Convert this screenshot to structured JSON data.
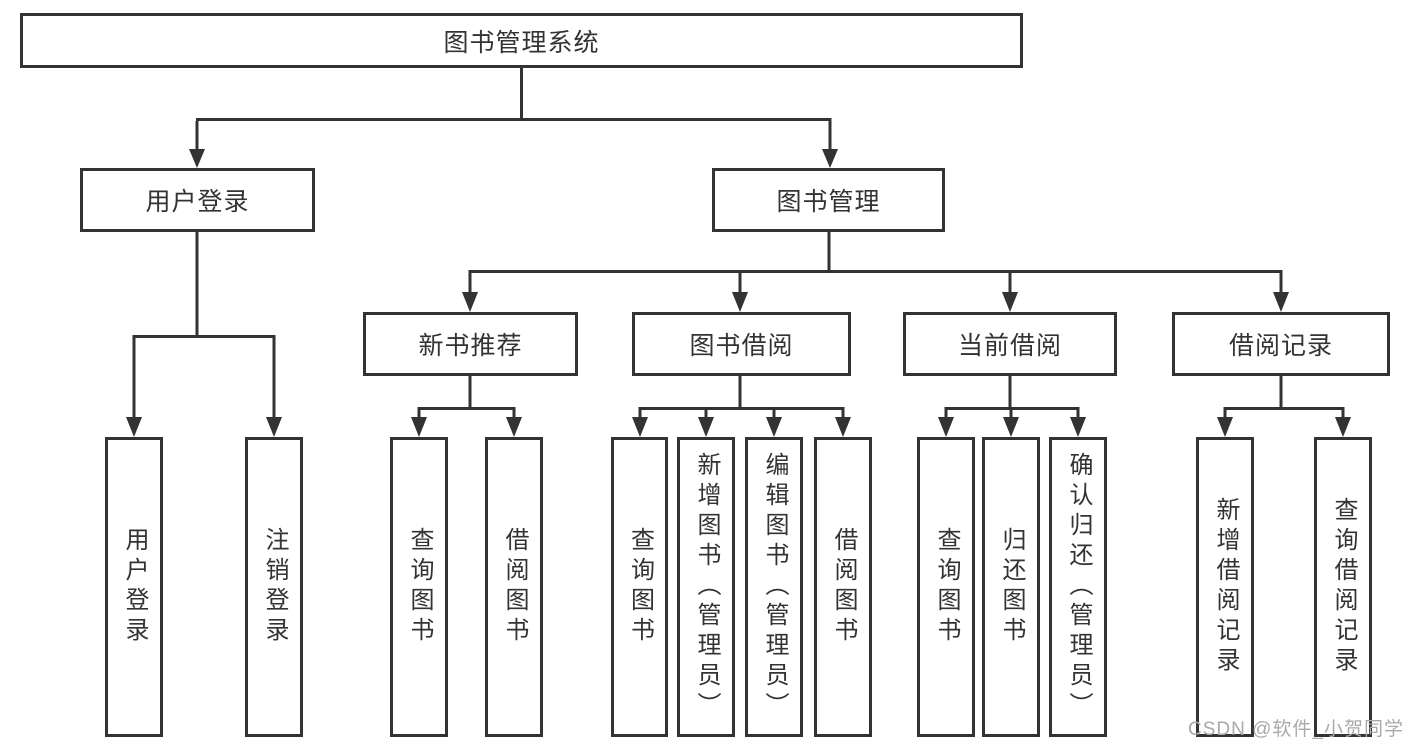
{
  "diagram": {
    "root": {
      "label": "图书管理系统"
    },
    "branches": [
      {
        "label": "用户登录",
        "children": [
          {
            "label": "用户登录"
          },
          {
            "label": "注销登录"
          }
        ]
      },
      {
        "label": "图书管理",
        "sections": [
          {
            "label": "新书推荐",
            "children": [
              {
                "label": "查询图书"
              },
              {
                "label": "借阅图书"
              }
            ]
          },
          {
            "label": "图书借阅",
            "children": [
              {
                "label": "查询图书"
              },
              {
                "label": "新增图书（管理员）"
              },
              {
                "label": "编辑图书（管理员）"
              },
              {
                "label": "借阅图书"
              }
            ]
          },
          {
            "label": "当前借阅",
            "children": [
              {
                "label": "查询图书"
              },
              {
                "label": "归还图书"
              },
              {
                "label": "确认归还（管理员）"
              }
            ]
          },
          {
            "label": "借阅记录",
            "children": [
              {
                "label": "新增借阅记录"
              },
              {
                "label": "查询借阅记录"
              }
            ]
          }
        ]
      }
    ]
  },
  "watermark": {
    "text": "CSDN @软件_小贺同学"
  },
  "colors": {
    "line": "#333333",
    "text": "#333333",
    "background": "#ffffff",
    "watermark": "#a9a9a9"
  }
}
